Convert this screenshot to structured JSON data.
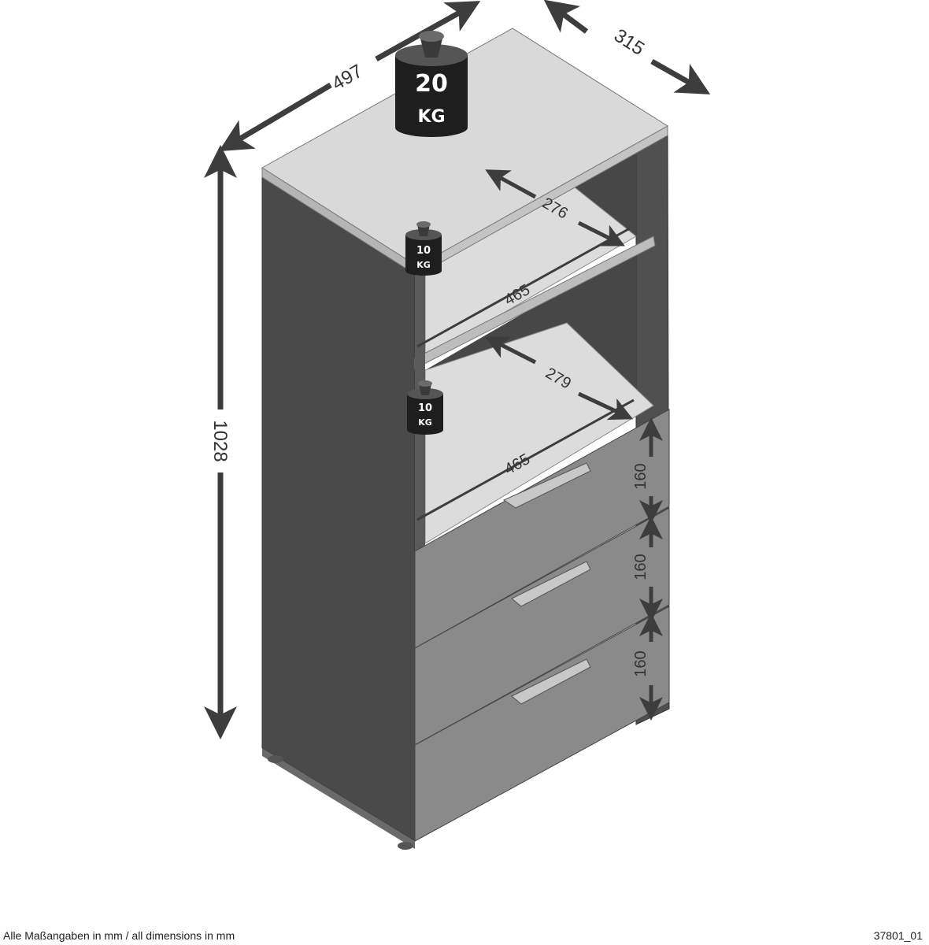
{
  "diagram": {
    "dimensions_unit": "mm",
    "width_label": "497",
    "depth_label": "315",
    "height_label": "1028",
    "upper_shelf_depth": "276",
    "upper_shelf_width": "465",
    "lower_shelf_depth": "279",
    "lower_shelf_width": "465",
    "drawer_heights": [
      "160",
      "160",
      "160"
    ],
    "weights": {
      "top": {
        "value": "20",
        "unit": "KG"
      },
      "upper_shelf": {
        "value": "10",
        "unit": "KG"
      },
      "lower_shelf": {
        "value": "10",
        "unit": "KG"
      }
    },
    "colors": {
      "body": "#4a4a4a",
      "top": "#d9d9d9",
      "drawer": "#8a8a8a",
      "arrow": "#3d3d3d",
      "weight": "#1e1e1e"
    }
  },
  "footer": {
    "note": "Alle Maßangaben in mm / all dimensions in mm",
    "code": "37801_01"
  }
}
